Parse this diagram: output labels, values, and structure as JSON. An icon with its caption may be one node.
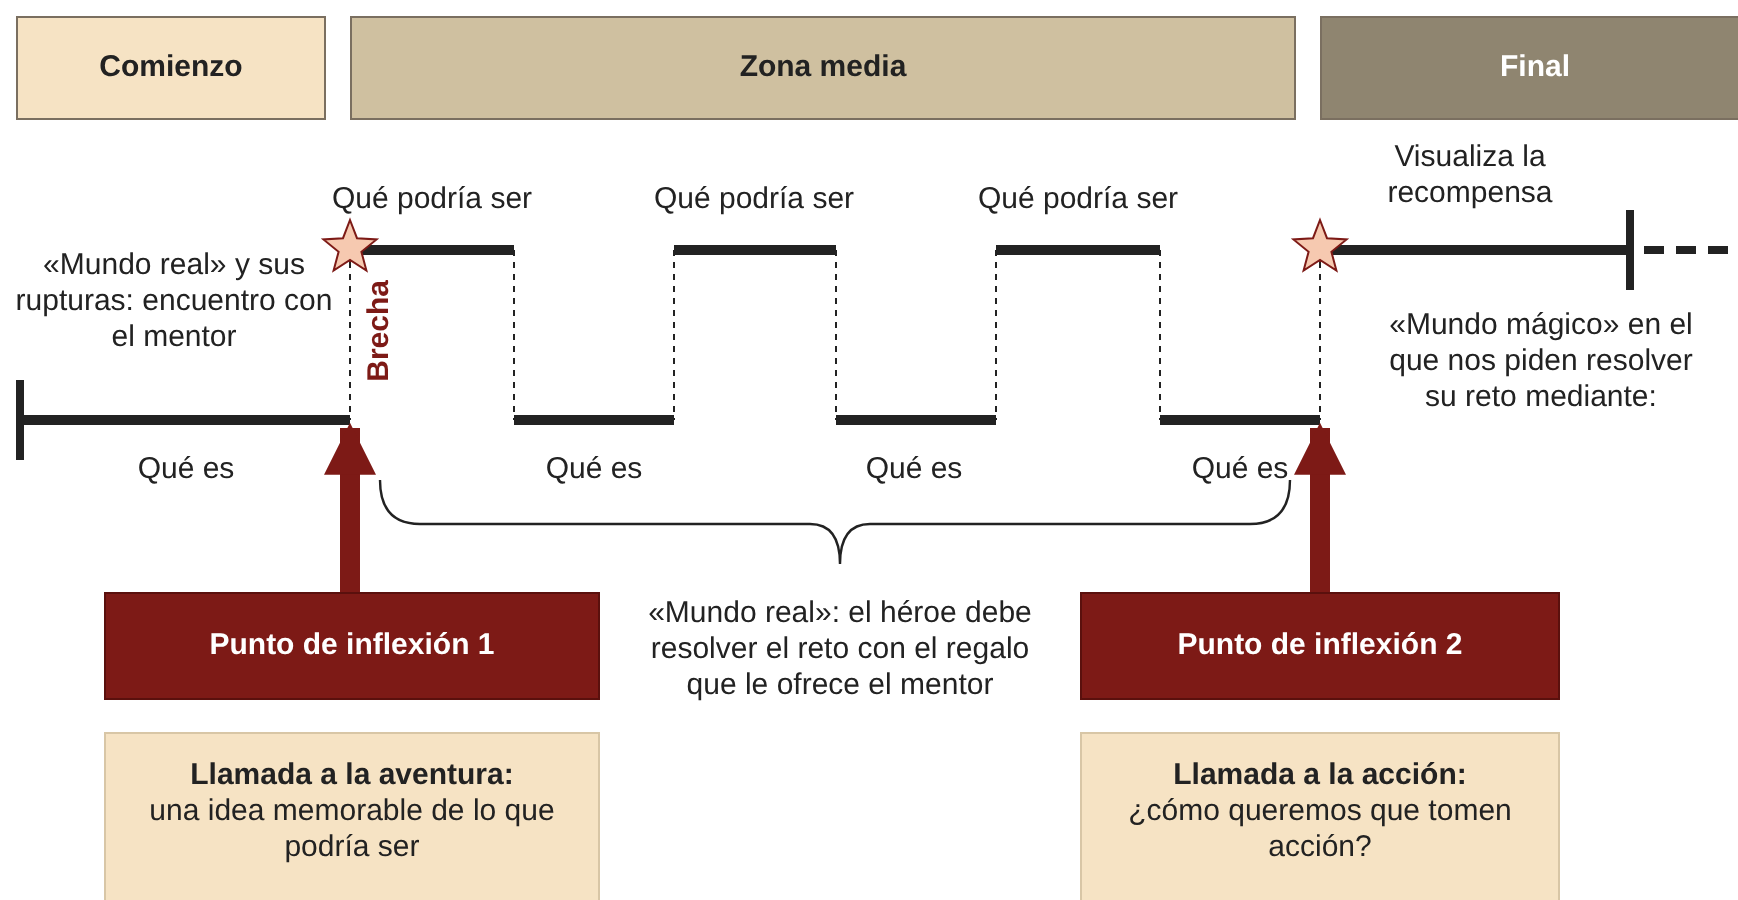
{
  "diagram": {
    "nodes": [
      {
        "text": [
          "Comienzo"
        ]
      },
      {
        "text": [
          "Zona media"
        ]
      },
      {
        "text": [
          "Final"
        ]
      },
      {
        "text": [
          "Punto de inflexión 1"
        ]
      },
      {
        "text": [
          "Llamada a la aventura:",
          "una idea memorable de lo que podría ser"
        ]
      },
      {
        "text": [
          "Punto de inflexión 2"
        ]
      },
      {
        "text": [
          "Llamada a la acción:",
          "¿cómo queremos que tomen acción?"
        ]
      }
    ],
    "edges": [
      {
        "from": 3,
        "to": null,
        "arrow": "to"
      },
      {
        "from": 5,
        "to": null,
        "arrow": "to"
      }
    ],
    "labels": [
      "Visualiza la recompensa",
      "Qué podría ser",
      "Qué podría ser",
      "Qué podría ser",
      "«Mundo real» y sus rupturas: encuentro con el mentor",
      "Brecha",
      "«Mundo mágico» en el que nos piden resolver su reto mediante:",
      "Qué es",
      "Qué es",
      "Qué es",
      "Qué es",
      "«Mundo real»: el héroe debe resolver el reto con el regalo que le ofrece el mentor"
    ]
  }
}
